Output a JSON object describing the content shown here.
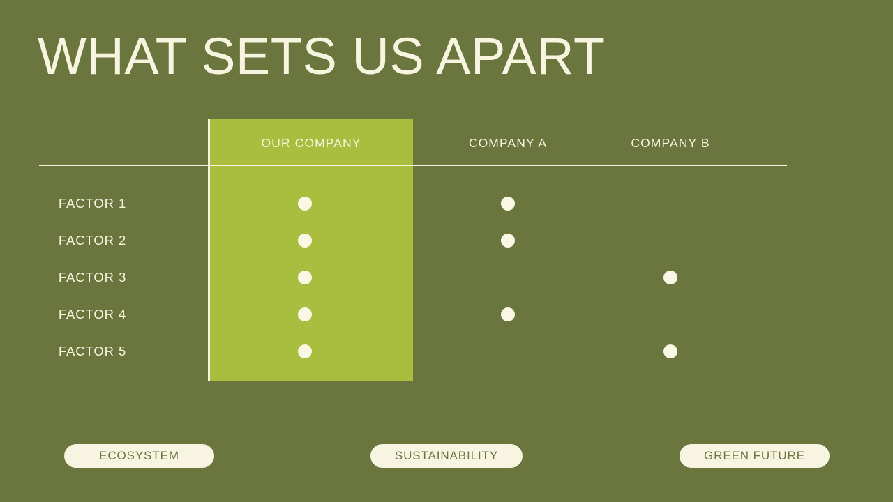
{
  "slide": {
    "title": "WHAT SETS US APART",
    "background_color": "#6B763E",
    "accent_color": "#A9BE3E",
    "cream_color": "#FAF7E4"
  },
  "table": {
    "row_header_label": "",
    "columns": [
      {
        "label": "OUR COMPANY",
        "highlighted": true
      },
      {
        "label": "COMPANY A",
        "highlighted": false
      },
      {
        "label": "COMPANY B",
        "highlighted": false
      }
    ],
    "rows": [
      {
        "label": "FACTOR 1",
        "marks": [
          true,
          true,
          false
        ]
      },
      {
        "label": "FACTOR 2",
        "marks": [
          true,
          true,
          false
        ]
      },
      {
        "label": "FACTOR 3",
        "marks": [
          true,
          false,
          true
        ]
      },
      {
        "label": "FACTOR 4",
        "marks": [
          true,
          true,
          false
        ]
      },
      {
        "label": "FACTOR 5",
        "marks": [
          true,
          false,
          true
        ]
      }
    ]
  },
  "tags": [
    {
      "label": "ECOSYSTEM"
    },
    {
      "label": "SUSTAINABILITY"
    },
    {
      "label": "GREEN FUTURE"
    }
  ]
}
